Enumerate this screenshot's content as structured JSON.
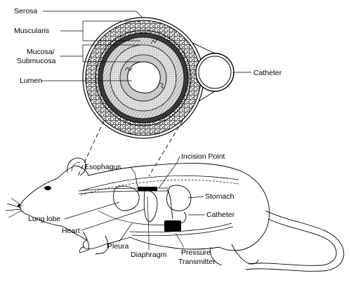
{
  "labels": {
    "serosa": "Serosa",
    "muscularis": "Muscularis",
    "mucosa_line1": "Mucosa/",
    "mucosa_line2": "Submucosa",
    "lumen": "Lumen",
    "catheter_top": "Catheter",
    "esophagus": "Esophagus",
    "incision_point": "Incision Point",
    "stomach": "Stomach",
    "catheter_bottom": "Catheter",
    "lung_lobe": "Lung lobe",
    "heart": "Heart",
    "pleura": "Pleura",
    "diaphragm": "Diaphragm",
    "pressure_line1": "Pressure",
    "pressure_line2": "Transmitter"
  }
}
